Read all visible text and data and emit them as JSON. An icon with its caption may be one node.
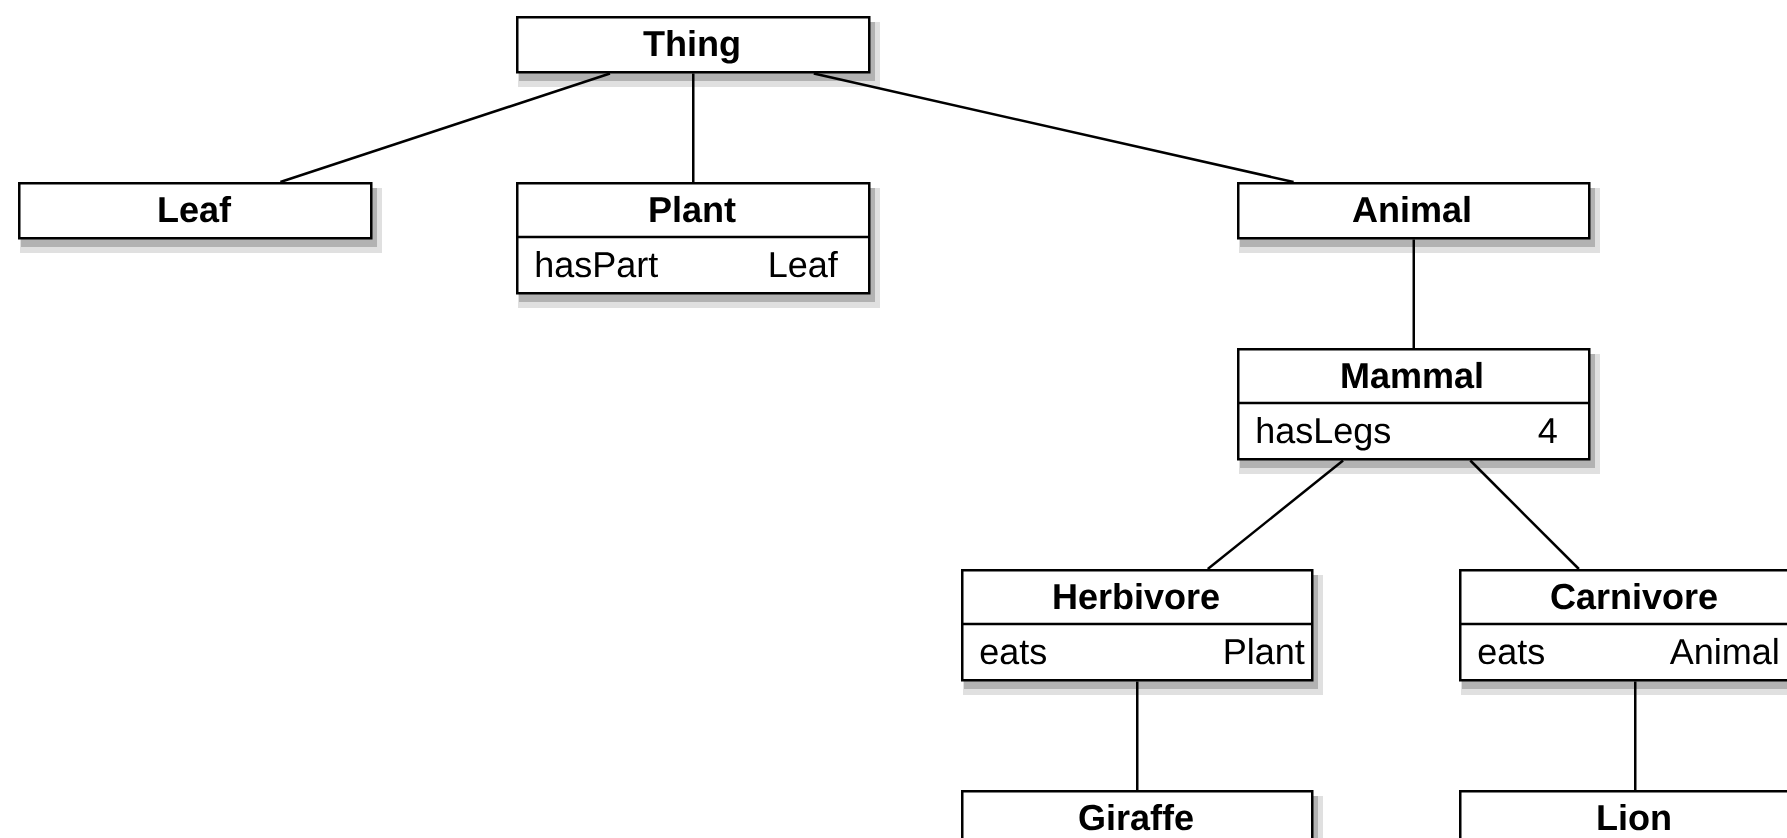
{
  "diagram": {
    "nodes": [
      {
        "text": [
          "Thing"
        ]
      },
      {
        "text": [
          "Leaf"
        ]
      },
      {
        "text": [
          "Plant",
          "hasPart",
          "Leaf"
        ]
      },
      {
        "text": [
          "Animal"
        ]
      },
      {
        "text": [
          "Mammal",
          "hasLegs",
          "4"
        ]
      },
      {
        "text": [
          "Herbivore",
          "eats",
          "Plant"
        ]
      },
      {
        "text": [
          "Carnivore",
          "eats",
          "Animal"
        ]
      },
      {
        "text": [
          "Giraffe"
        ]
      },
      {
        "text": [
          "Lion"
        ]
      }
    ],
    "edges": [
      {
        "from": 0,
        "to": 1,
        "arrow": "none"
      },
      {
        "from": 0,
        "to": 2,
        "arrow": "none"
      },
      {
        "from": 0,
        "to": 3,
        "arrow": "none"
      },
      {
        "from": 3,
        "to": 4,
        "arrow": "none"
      },
      {
        "from": 4,
        "to": 5,
        "arrow": "none"
      },
      {
        "from": 4,
        "to": 6,
        "arrow": "none"
      },
      {
        "from": 5,
        "to": 7,
        "arrow": "none"
      },
      {
        "from": 6,
        "to": 8,
        "arrow": "none"
      }
    ]
  }
}
